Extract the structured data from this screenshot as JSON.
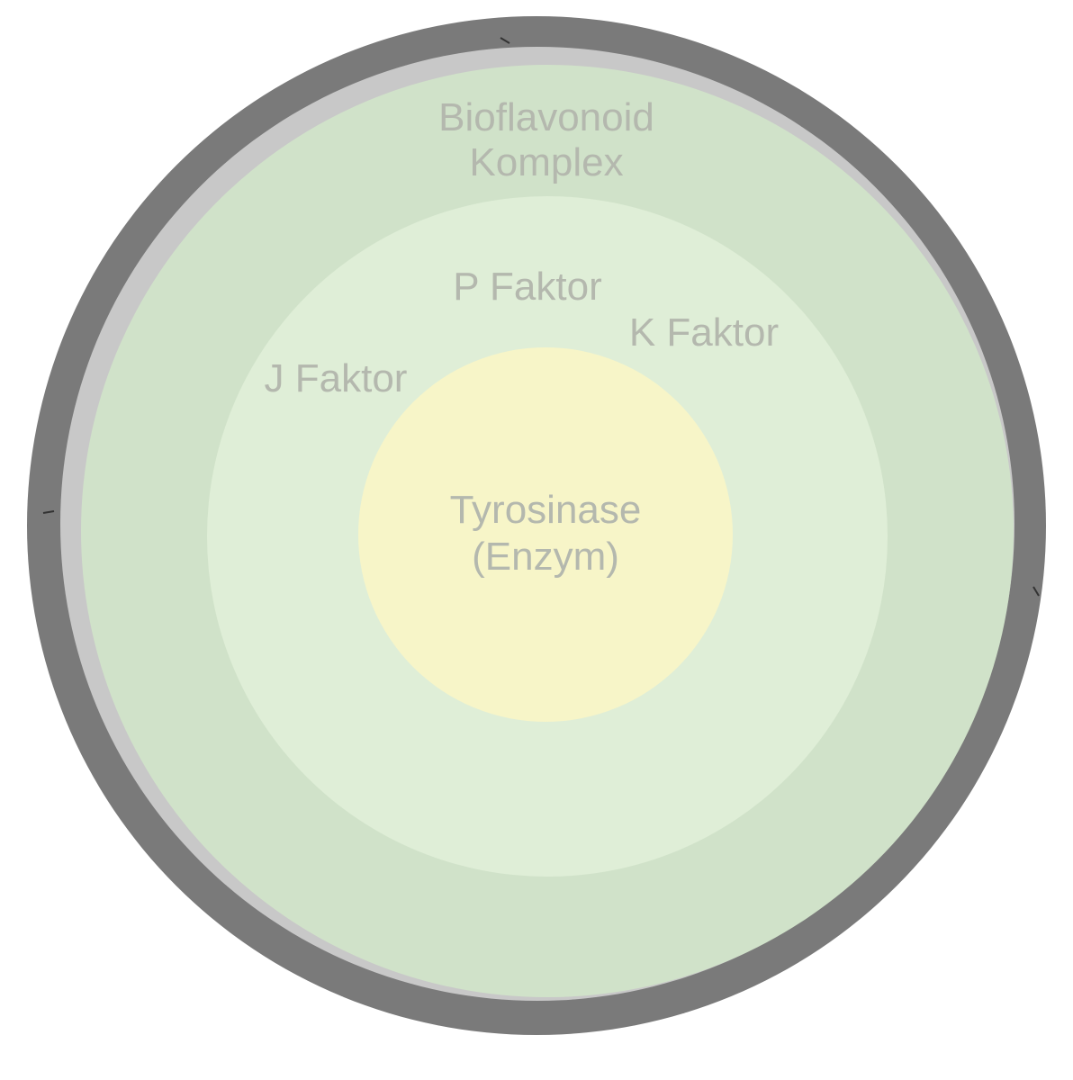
{
  "diagram": {
    "layers": [
      {
        "id": "outer-ring",
        "label_lines": [
          "Bioflavonoid",
          "Komplex"
        ],
        "color": "#d0e2c9"
      },
      {
        "id": "middle-ring",
        "label_lines": [],
        "color": "#dfeed7"
      },
      {
        "id": "core",
        "label_lines": [
          "Tyrosinase",
          "(Enzym)"
        ],
        "color": "#f7f5c8"
      }
    ],
    "factors": [
      {
        "label": "P Faktor"
      },
      {
        "label": "K Faktor"
      },
      {
        "label": "J Faktor"
      }
    ],
    "colors": {
      "frame": "#7a7a7a",
      "frame_highlight": "#c8c8c8",
      "text": "#b4b8ae"
    }
  }
}
